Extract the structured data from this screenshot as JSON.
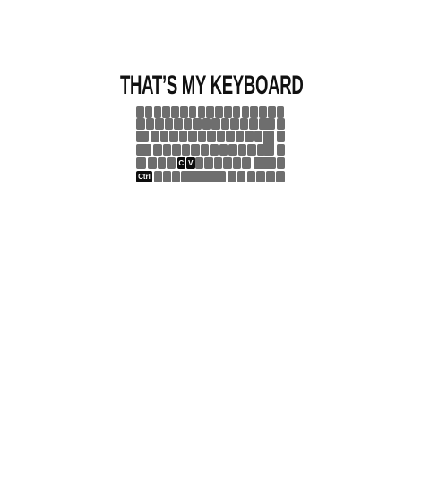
{
  "title": "THAT’S MY KEYBOARD",
  "keyboard": {
    "key_color": "#6e6e6e",
    "highlight_color": "#0d0d0d",
    "highlighted_keys": [
      "C",
      "V",
      "Ctrl"
    ]
  }
}
